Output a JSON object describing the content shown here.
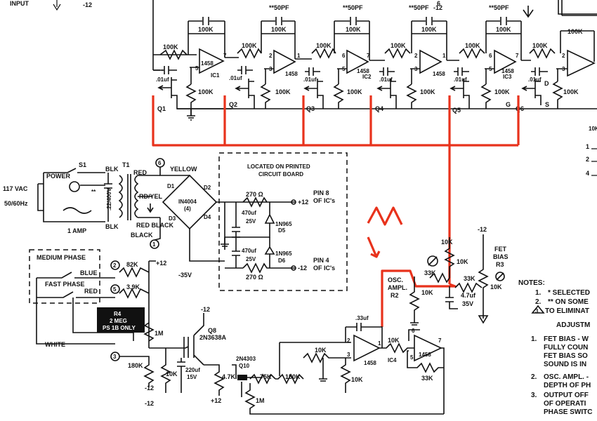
{
  "top": {
    "input": "INPUT",
    "neg12_a": "-12",
    "pin6": "6",
    "cap_a": "**50PF",
    "cap_b": "**50PF",
    "cap_c": "**50PF",
    "cap_d": "**50PF",
    "cap_d_neg": "-12",
    "cap_e": "**50PF",
    "fb1": "100K",
    "fb2": "100K",
    "fb3": "100K",
    "fb4": "100K",
    "fb5": "100K",
    "fb6": "100K",
    "in1": "100K",
    "in2": "100K",
    "in3": "100K",
    "in4": "100K",
    "in5": "100K",
    "in6": "100K",
    "pd1": "100K",
    "pd2": "100K",
    "pd3": "100K",
    "pd4": "100K",
    "pd5": "100K",
    "pd6": "100K",
    "c1": ".01uf",
    "c2": ".01uf",
    "c3": ".01uf",
    "c4": ".01uf",
    "c5": ".01uf",
    "c6": ".01uf",
    "q1": "Q1",
    "q2": "Q2",
    "q3": "Q3",
    "q4": "Q4",
    "q5": "Q5",
    "q6": "Q6",
    "ic1": "IC1",
    "ic2": "IC2",
    "ic3": "IC3",
    "op": "1458",
    "p1": "1",
    "p2": "2",
    "p3": "3",
    "p5": "5",
    "p6": "6",
    "p7": "7",
    "g": "G",
    "d": "D",
    "s": "S"
  },
  "power": {
    "vac": "117 VAC",
    "hz": "50/60Hz",
    "s1": "S1",
    "power_label": "POWER",
    "fuse": "1 AMP",
    "t1": "T1",
    "blk1": "BLK",
    "blk2": "BLK",
    "red": "RED",
    "rdyel": "RD/YEL",
    "red_black": "RED\nBLACK",
    "cap_label": ".22/400V",
    "star": "**",
    "yellow": "YELLOW",
    "n6": "6",
    "n1": "1",
    "d1": "D1",
    "d2": "D2",
    "d3": "D3",
    "d4": "D4",
    "diodes": "IN4004",
    "diodes_n": "(4)",
    "neg35": "-35V",
    "board_title": "LOCATED ON PRINTED",
    "board_title2": "CIRCUIT BOARD",
    "r270a": "270 Ω",
    "r270b": "270 Ω",
    "c470a": "470uf",
    "c470a_v": "25V",
    "c470b": "470uf",
    "c470b_v": "25V",
    "z1": "1N965",
    "z1d": "D5",
    "z2": "1N965",
    "z2d": "D6",
    "pos12": "+12",
    "neg12": "-12",
    "pin8": "PIN 8",
    "pin8b": "OF IC's",
    "pin4": "PIN 4",
    "pin4b": "OF IC's"
  },
  "phase": {
    "medium": "MEDIUM PHASE",
    "fast": "FAST PHASE",
    "blue": "BLUE",
    "red": "RED",
    "white": "WHITE",
    "n2": "2",
    "n5": "5",
    "n3": "3",
    "r82": "82K",
    "r39": "3.9K",
    "plus12": "+12",
    "r4a": "R4",
    "r4b": "2 MEG",
    "r4c": "PS 1B ONLY",
    "r1m": "1M",
    "r180": "180K",
    "neg12b": "-12"
  },
  "osc": {
    "q8_neg12": "-12",
    "q8": "Q8",
    "q8_type": "2N3638A",
    "r10k": "10K",
    "c220": "220uf",
    "c220v": "15V",
    "r47": "4.7K",
    "plus12": "+12",
    "neg12": "-12",
    "q10": "2N4303",
    "q10b": "Q10",
    "r75": "75K",
    "r150": "150K",
    "r1m": "1M",
    "c33": ".33uf",
    "r10k_a": "10K",
    "r10k_b": "10K",
    "r10k_c": "10K",
    "r33k": "33K",
    "ic4": "IC4",
    "op": "1458",
    "p1": "1",
    "p2": "2",
    "p3": "3",
    "p5": "5",
    "p6": "6",
    "p7": "7"
  },
  "bias": {
    "osc_ampl": "OSC.",
    "osc_ampl2": "AMPL.",
    "r2": "R2",
    "r2v": "10K",
    "r10k_a": "10K",
    "r10k_b": "10K",
    "r33k_a": "33K",
    "r33k_b": "33K",
    "c47": "4.7uf",
    "c47v": "35V",
    "neg12": "-12",
    "fet": "FET",
    "fet2": "BIAS",
    "r3": "R3",
    "r3v": "10K"
  },
  "notes": {
    "title": "NOTES:",
    "n1": "1.",
    "n1t": "*  SELECTED",
    "n2": "2.",
    "n2t": "** ON SOME",
    "n3": "3.",
    "n3t": "TO ELIMINAT",
    "adj": "ADJUSTM",
    "a1": "1.",
    "a1a": "FET BIAS - W",
    "a1b": "FULLY COUN",
    "a1c": "FET BIAS SO",
    "a1d": "SOUND IS IN",
    "a2": "2.",
    "a2a": "OSC. AMPL. -",
    "a2b": "DEPTH OF PH",
    "a3": "3.",
    "a3a": "OUTPUT OFF",
    "a3b": "OF OPERATI",
    "a3c": "PHASE SWITC",
    "side1": "1",
    "side2": "2",
    "side4": "4",
    "side_k": "10K"
  },
  "annotation": {
    "color": "#e8321c"
  }
}
